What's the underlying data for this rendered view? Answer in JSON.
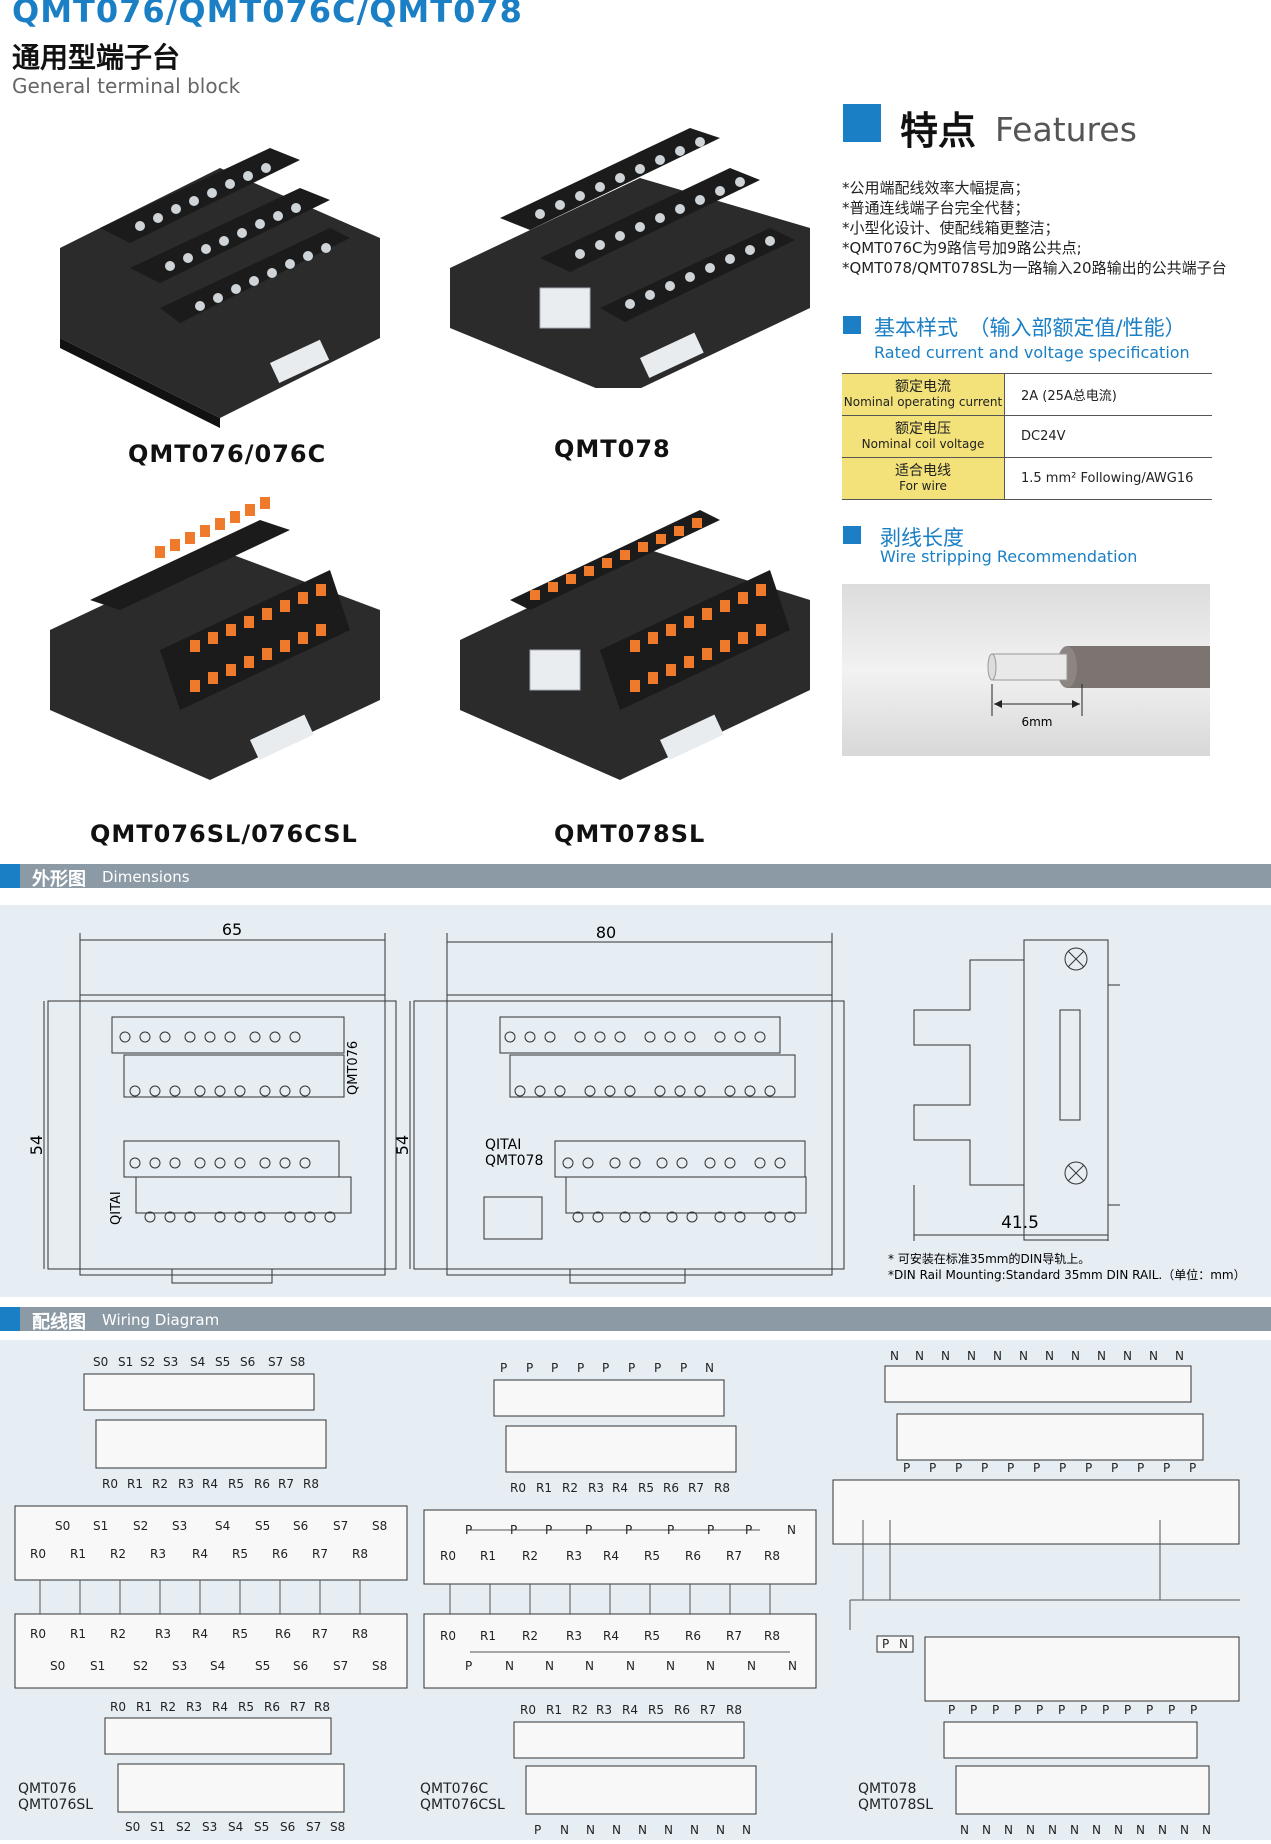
{
  "header": {
    "title": "QMT076/QMT076C/QMT078",
    "subtitle_zh": "通用型端子台",
    "subtitle_en": "General terminal block"
  },
  "products": [
    {
      "label": "QMT076/076C"
    },
    {
      "label": "QMT078"
    },
    {
      "label": "QMT076SL/076CSL"
    },
    {
      "label": "QMT078SL"
    }
  ],
  "features": {
    "title_zh": "特点",
    "title_en": "Features",
    "items": [
      "*公用端配线效率大幅提高；",
      "*普通连线端子台完全代替；",
      "*小型化设计、使配线箱更整洁；",
      "*QMT076C为9路信号加9路公共点;",
      "*QMT078/QMT078SL为一路输入20路输出的公共端子台"
    ]
  },
  "spec": {
    "title_zh": "基本样式　（输入部额定值/性能）",
    "title_en": "Rated current and voltage specification",
    "rows": [
      {
        "zh": "额定电流",
        "en": "Nominal operating current",
        "value": "2A (25A总电流)"
      },
      {
        "zh": "额定电压",
        "en": "Nominal coil voltage",
        "value": "DC24V"
      },
      {
        "zh": "适合电线",
        "en": "For wire",
        "value": "1.5 mm² Following/AWG16"
      }
    ]
  },
  "strip": {
    "title_zh": "剥线长度",
    "title_en": "Wire stripping Recommendation",
    "length": "6mm"
  },
  "dimensions": {
    "band_zh": "外形图",
    "band_en": "Dimensions",
    "w1": "65",
    "h1": "54",
    "w2": "80",
    "h2": "54",
    "side": "41.5",
    "brand": "QITAI",
    "model1": "QMT076",
    "model2": "QMT078",
    "note1": "* 可安装在标准35mm的DIN导轨上。",
    "note2": "*DIN Rail Mounting:Standard 35mm DIN RAIL.（单位：mm）"
  },
  "wiring": {
    "band_zh": "配线图",
    "band_en": "Wiring Diagram",
    "cap1a": "QMT076",
    "cap1b": "QMT076SL",
    "cap2a": "QMT076C",
    "cap2b": "QMT076CSL",
    "cap3a": "QMT078",
    "cap3b": "QMT078SL"
  },
  "colors": {
    "brand_blue": "#1a7fc4",
    "band_gray": "#8c9aa5",
    "spec_yellow": "#f3e27a",
    "panel_bg": "#e6edf3"
  }
}
